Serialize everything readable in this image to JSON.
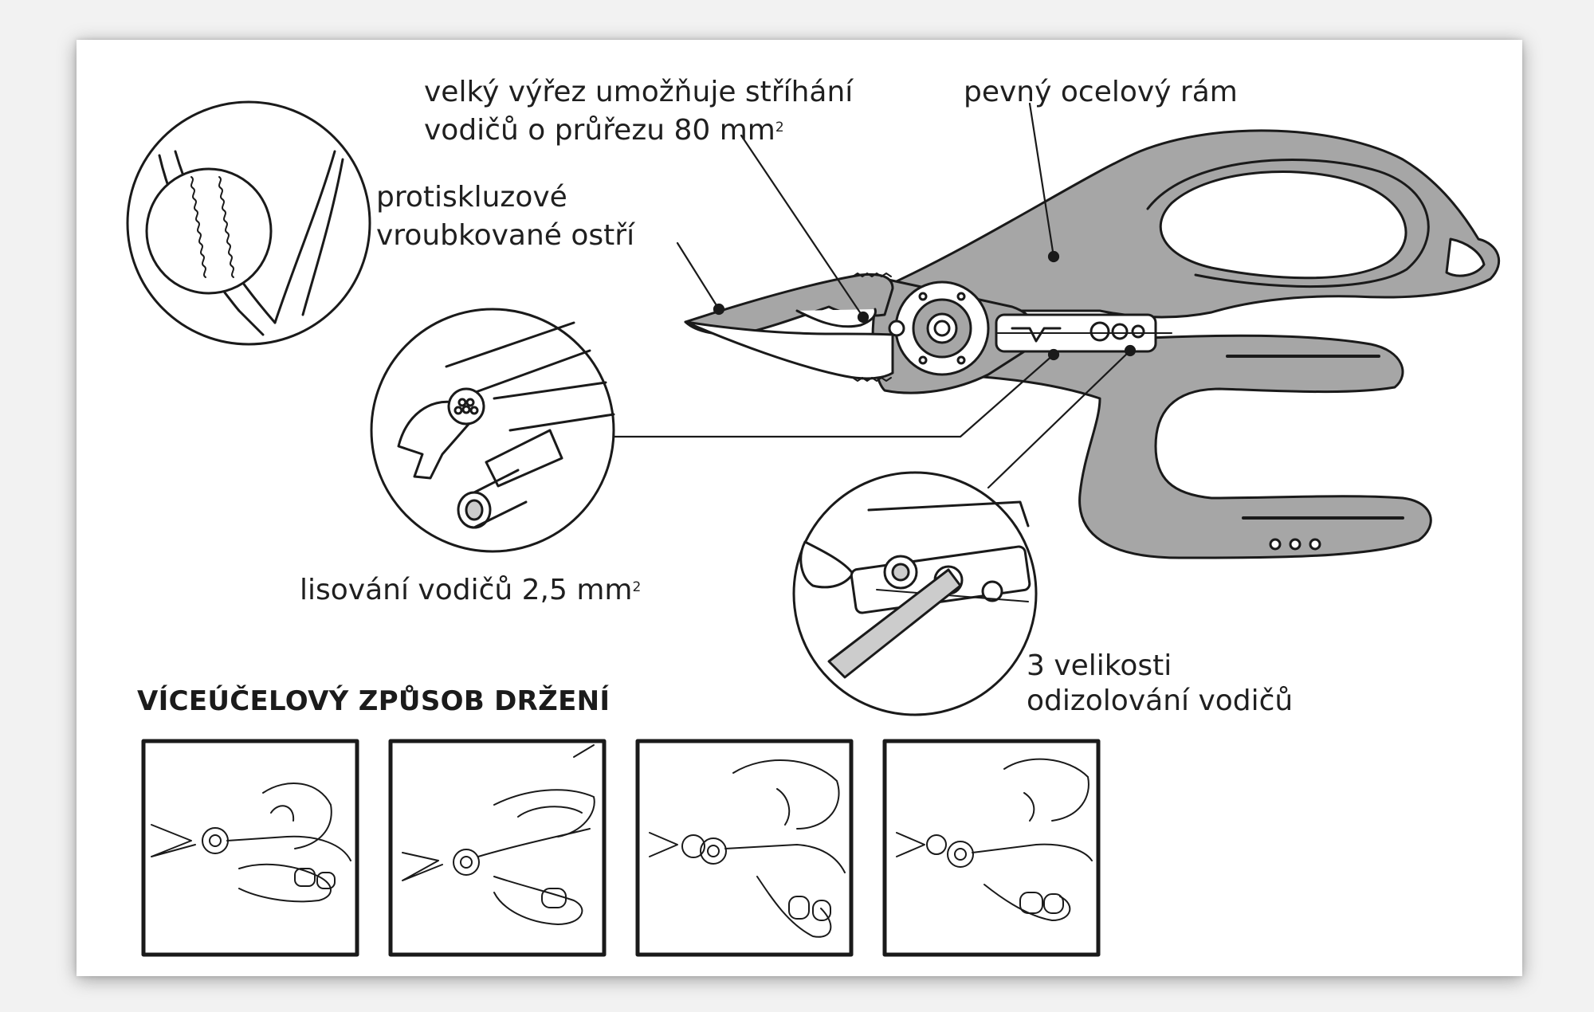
{
  "labels": {
    "notch_line1": "velký výřez umožňuje stříhání",
    "notch_line2": "vodičů o průřezu 80 mm",
    "notch_sup": "2",
    "frame": "pevný ocelový rám",
    "blade_line1": "protiskluzové",
    "blade_line2": "vroubkované ostří",
    "crimp": "lisování vodičů 2,5 mm",
    "crimp_sup": "2",
    "strip_line1": "3 velikosti",
    "strip_line2": "odizolování vodičů"
  },
  "section": {
    "title": "VÍCEÚČELOVÝ ZPŮSOB DRŽENÍ",
    "panels": [
      {
        "grip": "grip-1"
      },
      {
        "grip": "grip-2"
      },
      {
        "grip": "grip-3"
      },
      {
        "grip": "grip-4"
      }
    ]
  },
  "colors": {
    "frame_gray": "#a6a6a6",
    "outline": "#1a1a1a",
    "paper": "#ffffff"
  }
}
